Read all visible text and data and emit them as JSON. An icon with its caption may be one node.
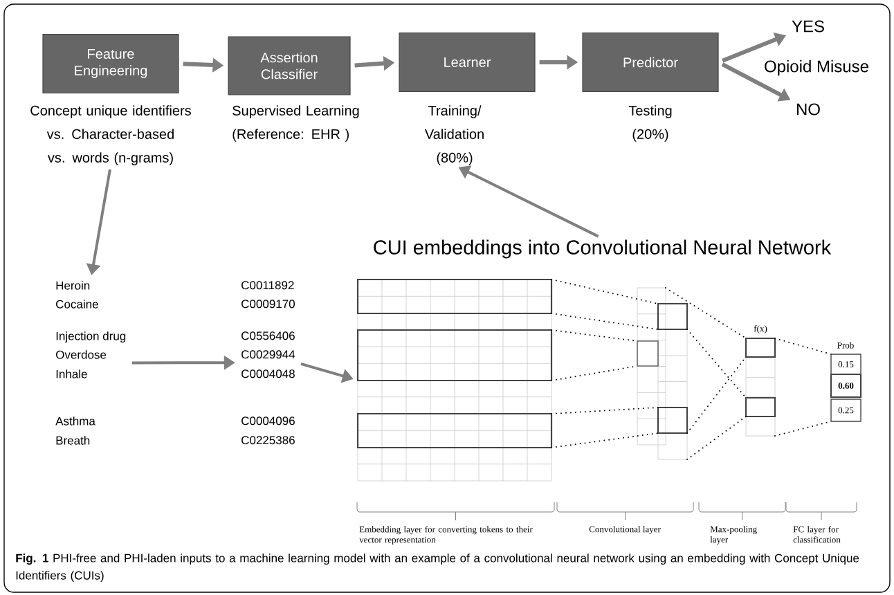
{
  "diagram": {
    "caption": "**Fig. 1** PHI-free and PHI-laden inputs to a machine learning model with an example of a convolutional neural network using an embedding with Concept Unique Identifiers (CUIs)",
    "nodes": [
      {
        "text": [
          "Feature Engineering"
        ],
        "beside": [
          "Concept unique identifiers vs. Character-based vs. words (n-grams)"
        ]
      },
      {
        "text": [
          "Assertion Classifier"
        ],
        "beside": [
          "Supervised Learning (Reference: EHR )"
        ]
      },
      {
        "text": [
          "Learner"
        ],
        "beside": [
          "Training/ Validation (80%)"
        ]
      },
      {
        "text": [
          "Predictor"
        ],
        "beside": [
          "Testing (20%)"
        ]
      },
      {
        "text": [
          "YES"
        ]
      },
      {
        "text": [
          "NO"
        ]
      },
      {
        "text": [
          "CUI embeddings into Convolutional Neural Network"
        ]
      },
      {
        "text": [
          "Heroin",
          "Cocaine",
          "Injection drug",
          "Overdose",
          "Inhale",
          "Asthma",
          "Breath"
        ]
      },
      {
        "text": [
          "C0011892",
          "C0009170",
          "C0556406",
          "C0029944",
          "C0004048",
          "C0004096",
          "C0225386"
        ]
      },
      {
        "text": [],
        "shape": "box"
      }
    ],
    "edges": [
      {
        "from": 0,
        "to": 1,
        "arrow": "to"
      },
      {
        "from": 1,
        "to": 2,
        "arrow": "to"
      },
      {
        "from": 2,
        "to": 3,
        "arrow": "to"
      },
      {
        "from": 3,
        "to": 4,
        "arrow": "to"
      },
      {
        "from": 3,
        "to": 5,
        "arrow": "to"
      },
      {
        "from": 6,
        "to": 2,
        "arrow": "to"
      },
      {
        "from": 0,
        "to": 7,
        "arrow": "to"
      },
      {
        "from": 7,
        "to": 8,
        "arrow": "to"
      },
      {
        "from": 8,
        "to": 9,
        "arrow": "to"
      }
    ],
    "labels": [
      "Opioid Misuse",
      "f(x)",
      "Prob",
      "0.15",
      "0.60",
      "0.25",
      "Embedding layer for converting tokens to their vector representation",
      "Convolutional layer",
      "Max-pooling layer",
      "FC layer for classification"
    ]
  }
}
